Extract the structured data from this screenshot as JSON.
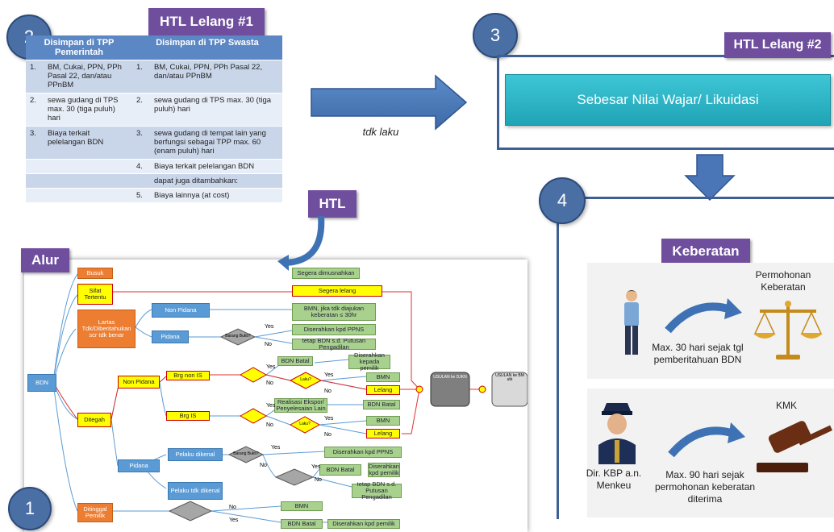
{
  "badges": {
    "n1": "1",
    "n2": "2",
    "n3": "3",
    "n4": "4"
  },
  "tags": {
    "htl1": "HTL Lelang #1",
    "htl2": "HTL Lelang #2",
    "htl": "HTL",
    "alur": "Alur",
    "keberatan": "Keberatan"
  },
  "cost_table": {
    "header_left": "Disimpan di TPP Pemerintah",
    "header_right": "Disimpan di TPP Swasta",
    "rows": [
      {
        "ln": "1.",
        "lt": "BM, Cukai, PPN, PPh Pasal 22, dan/atau PPnBM",
        "rn": "1.",
        "rt": "BM, Cukai, PPN, PPh Pasal 22, dan/atau PPnBM"
      },
      {
        "ln": "2.",
        "lt": "sewa gudang di TPS max. 30 (tiga puluh) hari",
        "rn": "2.",
        "rt": "sewa gudang di TPS max. 30 (tiga puluh) hari"
      },
      {
        "ln": "3.",
        "lt": "Biaya terkait pelelangan BDN",
        "rn": "3.",
        "rt": "sewa gudang di tempat lain yang berfungsi sebagai TPP max. 60 (enam puluh) hari"
      },
      {
        "ln": "",
        "lt": "",
        "rn": "4.",
        "rt": "Biaya terkait pelelangan BDN"
      },
      {
        "ln": "",
        "lt": "",
        "rn": "",
        "rt": "dapat juga ditambahkan:"
      },
      {
        "ln": "",
        "lt": "",
        "rn": "5.",
        "rt": "Biaya lainnya (at cost)"
      }
    ]
  },
  "arrow_label": "tdk laku",
  "lelang2_box": "Sebesar Nilai Wajar/ Likuidasi",
  "keberatan_panel": {
    "permohonan": "Permohonan Keberatan",
    "max30": "Max. 30 hari sejak tgl pemberitahuan BDN",
    "kmk": "KMK",
    "dir": "Dir. KBP a.n. Menkeu",
    "max90": "Max. 90 hari sejak permohonan keberatan diterima"
  },
  "flow": {
    "bdn": "BDN",
    "busuk": "Busuk",
    "sifat": "Sifat Tertentu",
    "lartas": "Lartas Tdk/Diberitahukan scr tdk benar",
    "ditegah": "Ditegah",
    "ditinggal": "Ditinggal Pemilik",
    "non_pidana_a": "Non Pidana",
    "pidana_a": "Pidana",
    "non_pidana_b": "Non Pidana",
    "pidana_b": "Pidana",
    "brg_non_is": "Brg non IS",
    "brg_is": "Brg IS",
    "pelaku_dikenal": "Pelaku dikenal",
    "pelaku_tdk": "Pelaku tdk dikenal",
    "segera_musnah": "Segera dimusnahkan",
    "segera_lelang": "Segera lelang",
    "bmn_30": "BMN, jika tdk diajukan keberatan ≤ 30hr",
    "diserahkan_ppns": "Diserahkan kpd PPNS",
    "tetap_bdn": "tetap BDN s.d. Putusan Pengadilan",
    "bdn_batal": "BDN Batal",
    "diserahkan_pemilik": "Diserahkan kepada pemilik",
    "bmn": "BMN",
    "lelang": "Lelang",
    "realisasi": "Realisasi Ekspor/ Penyelesaian Lain",
    "bdn_batal2": "BDN Batal",
    "bmn2": "BMN",
    "lelang2": "Lelang",
    "diserahkan_ppns2": "Diserahkan kpd PPNS",
    "bdn_batal3": "BDN Batal",
    "diserahkan_pemilik2": "Diserahkan kpd pemilik",
    "tetap_bdn2": "tetap BDN s.d. Putusan Pengadilan",
    "bmn3": "BMN",
    "bdn_batal4": "BDN Batal",
    "diserahkan_pemilik3": "Diserahkan kpd pemilik",
    "barang_bukti": "Barang Bukti?",
    "laku": "Laku?",
    "yes": "Yes",
    "no": "No",
    "usulan": "USULAN ke DJKN",
    "usulan2": "USULAN ke BM utk"
  }
}
